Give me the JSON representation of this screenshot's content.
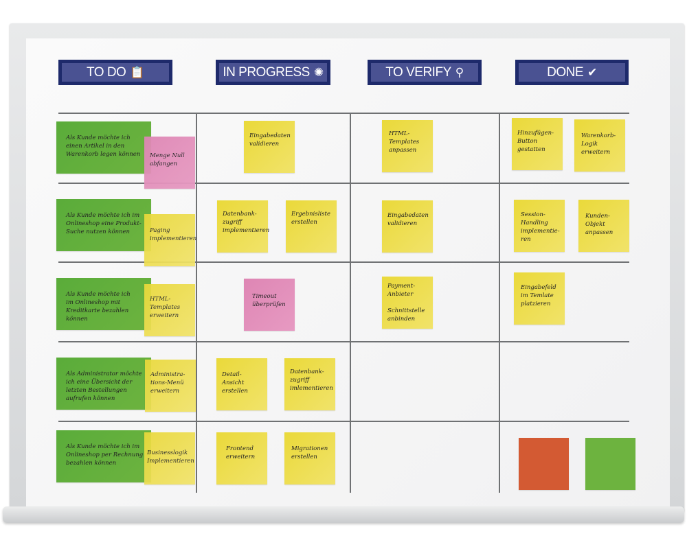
{
  "columns": [
    {
      "label": "TO DO",
      "icon": "clipboard-icon"
    },
    {
      "label": "IN PROGRESS",
      "icon": "spinner-icon"
    },
    {
      "label": "TO VERIFY",
      "icon": "magnifier-icon"
    },
    {
      "label": "DONE",
      "icon": "checkmark-icon"
    }
  ],
  "stories": [
    "Als Kunde möchte ich\neinen Artikel in den\nWarenkorb legen können",
    "Als Kunde möchte ich im\nOnlineshop eine Produkt-\nSuche nutzen können",
    "Als Kunde möchte ich\nim Onlineshop mit\nKreditkarte bezahlen\nkönnen",
    "Als Administrator möchte\nich eine Übersicht der\nletzten Bestellungen\naufrufen können",
    "Als Kunde möchte ich im\nOnlineshop per Rechnung\nbezahlen können"
  ],
  "todo": [
    "Menge Null\nabfangen",
    "Paging\nimplementieren",
    "HTML-\nTemplates\nerweitern",
    "Administra-\ntions-Menü\nerweitern",
    "Businesslogik\nImplementieren"
  ],
  "in_progress": [
    "Eingabedaten\nvalidieren",
    "Datenbank-\nzugriff\nimplementieren",
    "Ergebnisliste\nerstellen",
    "Timeout\nüberprüfen",
    "Detail-Ansicht\nerstellen",
    "Datenbank-\nzugriff\nimlementieren",
    "Frontend\nerweitern",
    "Migrationen\nerstellen"
  ],
  "to_verify": [
    "HTML-\nTemplates\nanpassen",
    "Eingabedaten\nvalidieren",
    "Payment-\nAnbieter\n\nSchnittstelle\nanbinden"
  ],
  "done": [
    "Hinzufügen-\nButton\ngestatten",
    "Warenkorb-\nLogik\nerweitern",
    "Session-\nHandling\nimplementie-\nren",
    "Kunden-\nObjekt\nanpassen",
    "Eingabefeld\nim Temlate\nplatzieren"
  ],
  "colors": {
    "story": "#6db33f",
    "task": "#f1e36a",
    "blocked": "#e79ac2",
    "header": "#1e2a6b",
    "marker_red": "#d35a33",
    "marker_green": "#6db33f"
  }
}
